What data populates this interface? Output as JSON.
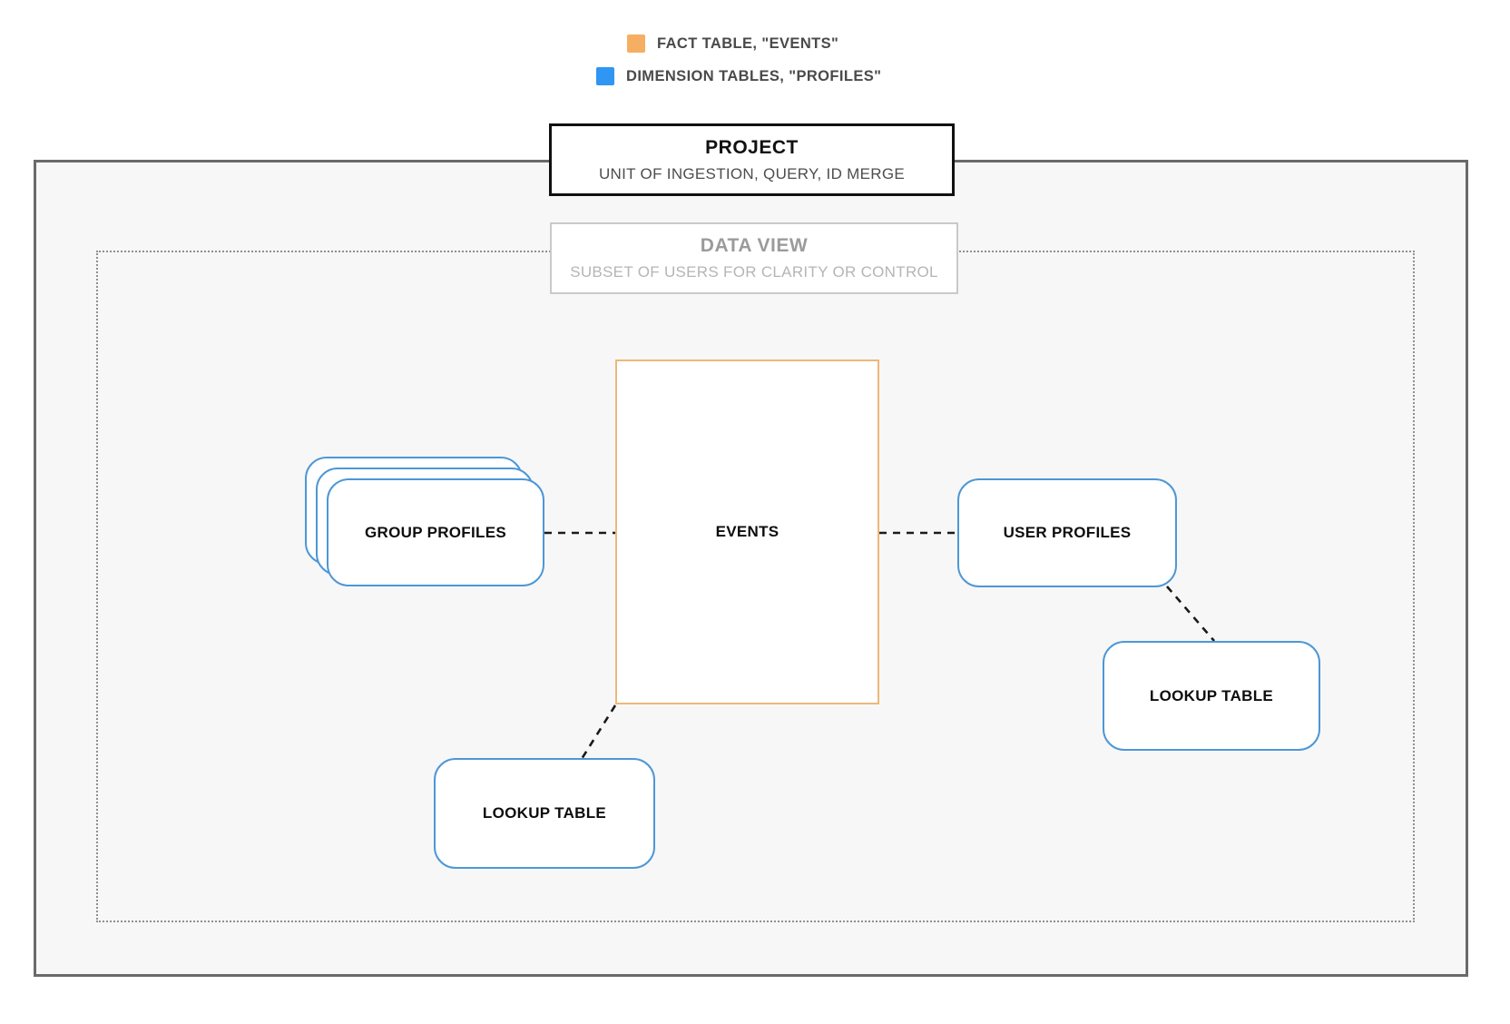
{
  "diagram": {
    "legend": {
      "items": [
        {
          "type": "fact-table",
          "label": "FACT TABLE, \"EVENTS\"",
          "color": "#F6AE63"
        },
        {
          "type": "dimension-tables",
          "label": "DIMENSION TABLES, \"PROFILES\"",
          "color": "#2F96F3"
        }
      ]
    },
    "project": {
      "title": "PROJECT",
      "subtitle": "UNIT OF INGESTION, QUERY, ID MERGE"
    },
    "data_view": {
      "title": "DATA VIEW",
      "subtitle": "SUBSET OF USERS FOR CLARITY OR CONTROL"
    },
    "nodes": {
      "events": {
        "label": "EVENTS",
        "type": "fact"
      },
      "group_profiles": {
        "label": "GROUP PROFILES",
        "type": "dimension",
        "stacked": true
      },
      "user_profiles": {
        "label": "USER PROFILES",
        "type": "dimension"
      },
      "lookup_table_bottom": {
        "label": "LOOKUP TABLE",
        "type": "dimension"
      },
      "lookup_table_right": {
        "label": "LOOKUP TABLE",
        "type": "dimension"
      }
    },
    "connections": [
      {
        "from": "group_profiles",
        "to": "events",
        "style": "dashed"
      },
      {
        "from": "events",
        "to": "user_profiles",
        "style": "dashed"
      },
      {
        "from": "user_profiles",
        "to": "lookup_table_right",
        "style": "dashed"
      },
      {
        "from": "events",
        "to": "lookup_table_bottom",
        "style": "dashed"
      }
    ],
    "colors": {
      "fact_swatch": "#F6AE63",
      "dimension_swatch": "#2F96F3",
      "fact_border": "#EDB878",
      "dimension_border": "#4D97D6",
      "connector": "#1A1A1A",
      "outer_border": "#6A6A6A",
      "canvas_fill": "#F7F7F8"
    }
  }
}
